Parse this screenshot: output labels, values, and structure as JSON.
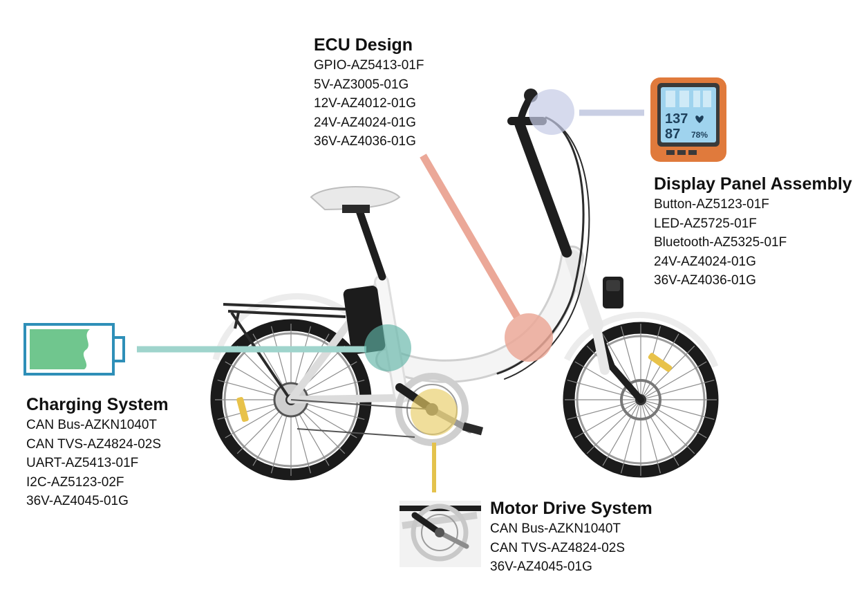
{
  "colors": {
    "ecu_connector": "#eba898",
    "display_connector": "#c9cfe4",
    "charging_connector": "#9fd4cc",
    "motor_connector": "#e4c24c",
    "display_device": "#e07a3c",
    "display_screen": "#9fd3ee",
    "battery_outline": "#2e8fb8",
    "battery_fill": "#70c68e"
  },
  "icons": {
    "display": "smart-display-icon",
    "battery": "battery-icon",
    "motor": "motor-crank-thumbnail"
  },
  "display_readout": {
    "value_top": "137",
    "value_bottom": "87",
    "percent": "78%"
  },
  "ecu": {
    "title": "ECU Design",
    "parts": [
      "GPIO-AZ5413-01F",
      "5V-AZ3005-01G",
      "12V-AZ4012-01G",
      "24V-AZ4024-01G",
      "36V-AZ4036-01G"
    ]
  },
  "display_panel": {
    "title": "Display Panel Assembly",
    "parts": [
      "Button-AZ5123-01F",
      "LED-AZ5725-01F",
      "Bluetooth-AZ5325-01F",
      "24V-AZ4024-01G",
      "36V-AZ4036-01G"
    ]
  },
  "charging": {
    "title": "Charging System",
    "parts": [
      "CAN Bus-AZKN1040T",
      "CAN TVS-AZ4824-02S",
      "UART-AZ5413-01F",
      "I2C-AZ5123-02F",
      "36V-AZ4045-01G"
    ]
  },
  "motor": {
    "title": "Motor Drive System",
    "parts": [
      "CAN Bus-AZKN1040T",
      "CAN TVS-AZ4824-02S",
      "36V-AZ4045-01G"
    ]
  }
}
